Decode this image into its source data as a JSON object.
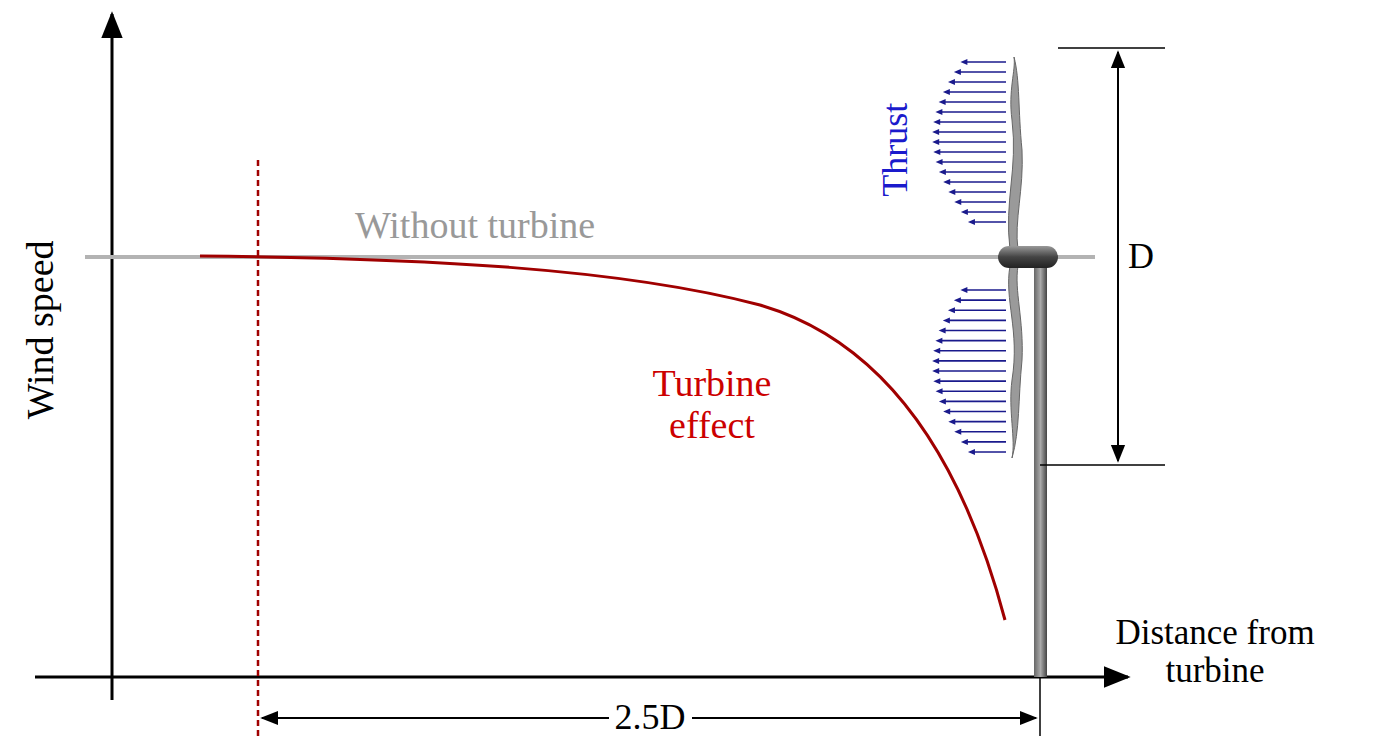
{
  "diagram": {
    "labels": [
      "Wind speed",
      "Without turbine",
      "Thrust",
      "D",
      "Turbine effect",
      "Distance from turbine",
      "2.5D"
    ]
  }
}
